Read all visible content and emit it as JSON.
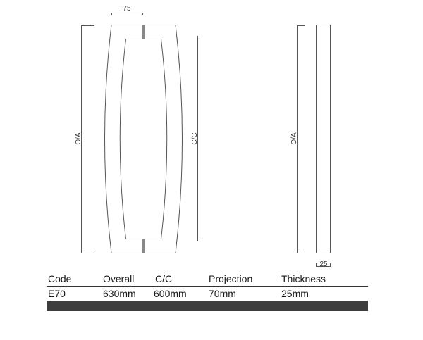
{
  "drawing": {
    "front_view": {
      "top_dimension_label": "75",
      "overall_label": "O/A",
      "centers_label": "C/C"
    },
    "side_view": {
      "overall_label": "O/A",
      "bottom_dimension_label": "25"
    },
    "line_color": "#555555",
    "post_color": "#888888"
  },
  "spec_table": {
    "headers": [
      "Code",
      "Overall",
      "C/C",
      "Projection",
      "Thickness"
    ],
    "rows": [
      [
        "E70",
        "630mm",
        "600mm",
        "70mm",
        "25mm"
      ]
    ],
    "rule_color": "#333333",
    "footer_bar_color": "#3d3d3d"
  }
}
